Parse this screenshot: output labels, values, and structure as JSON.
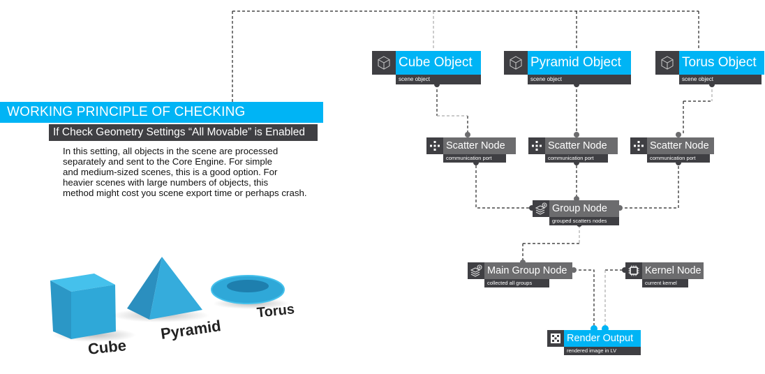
{
  "header": {
    "title": "WORKING PRINCIPLE OF CHECKING GEOMETRY",
    "subtitle": "If Check Geometry Settings “All Movable” is Enabled",
    "description_lines": [
      "In this setting, all objects in the scene are processed",
      "separately and sent to the Core Engine. For simple",
      "and medium-sized scenes, this is a good option. For",
      "heavier scenes with large numbers of objects, this",
      "method might cost you scene export time or perhaps crash."
    ]
  },
  "colors": {
    "accent": "#00b4f5",
    "dark": "#3f3f43",
    "node_gray": "#6c6c6e",
    "shape_blue": "#2fa8d8"
  },
  "objects": [
    {
      "title": "Cube Object",
      "subtitle": "scene object",
      "icon": "cube-icon"
    },
    {
      "title": "Pyramid Object",
      "subtitle": "scene object",
      "icon": "cube-icon"
    },
    {
      "title": "Torus Object",
      "subtitle": "scene object",
      "icon": "cube-icon"
    }
  ],
  "scatter_nodes": [
    {
      "title": "Scatter Node",
      "subtitle": "communication port",
      "icon": "scatter-icon"
    },
    {
      "title": "Scatter Node",
      "subtitle": "communication port",
      "icon": "scatter-icon"
    },
    {
      "title": "Scatter Node",
      "subtitle": "communication port",
      "icon": "scatter-icon"
    }
  ],
  "group_node": {
    "title": "Group Node",
    "subtitle": "grouped scatters nodes",
    "icon": "layers-add-icon"
  },
  "main_group_node": {
    "title": "Main Group Node",
    "subtitle": "collected all groups",
    "icon": "layers-add-icon"
  },
  "kernel_node": {
    "title": "Kernel Node",
    "subtitle": "current kernel",
    "icon": "chip-icon"
  },
  "render_output": {
    "title": "Render Output",
    "subtitle": "rendered image in LV",
    "icon": "render-icon"
  },
  "shape_labels": {
    "cube": "Cube",
    "pyramid": "Pyramid",
    "torus": "Torus"
  }
}
